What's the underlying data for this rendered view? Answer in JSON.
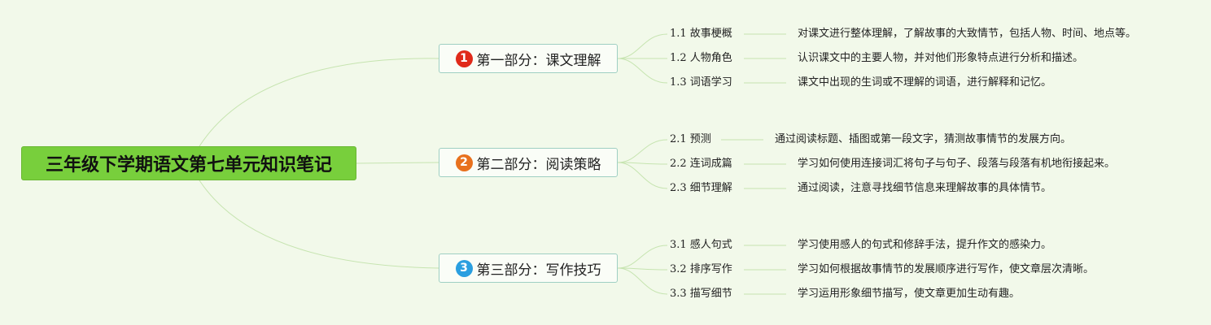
{
  "colors": {
    "background": "#f2f9ea",
    "root_fill": "#78cf3c",
    "connector": "#c6e4b0",
    "branch_border": "#9fcfc3"
  },
  "root": {
    "title": "三年级下学期语文第七单元知识笔记"
  },
  "branches": [
    {
      "marker": "1",
      "marker_color": "#e02a1a",
      "title": "第一部分：课文理解",
      "items": [
        {
          "label": "1.1 故事梗概",
          "desc": "对课文进行整体理解，了解故事的大致情节，包括人物、时间、地点等。"
        },
        {
          "label": "1.2 人物角色",
          "desc": "认识课文中的主要人物，并对他们形象特点进行分析和描述。"
        },
        {
          "label": "1.3 词语学习",
          "desc": "课文中出现的生词或不理解的词语，进行解释和记忆。"
        }
      ]
    },
    {
      "marker": "2",
      "marker_color": "#e8711e",
      "title": "第二部分：阅读策略",
      "items": [
        {
          "label": "2.1 预测",
          "desc": "通过阅读标题、插图或第一段文字，猜测故事情节的发展方向。"
        },
        {
          "label": "2.2 连词成篇",
          "desc": "学习如何使用连接词汇将句子与句子、段落与段落有机地衔接起来。"
        },
        {
          "label": "2.3 细节理解",
          "desc": "通过阅读，注意寻找细节信息来理解故事的具体情节。"
        }
      ]
    },
    {
      "marker": "3",
      "marker_color": "#2a9fe0",
      "title": "第三部分：写作技巧",
      "items": [
        {
          "label": "3.1 感人句式",
          "desc": "学习使用感人的句式和修辞手法，提升作文的感染力。"
        },
        {
          "label": "3.2 排序写作",
          "desc": "学习如何根据故事情节的发展顺序进行写作，使文章层次清晰。"
        },
        {
          "label": "3.3 描写细节",
          "desc": "学习运用形象细节描写，使文章更加生动有趣。"
        }
      ]
    }
  ]
}
